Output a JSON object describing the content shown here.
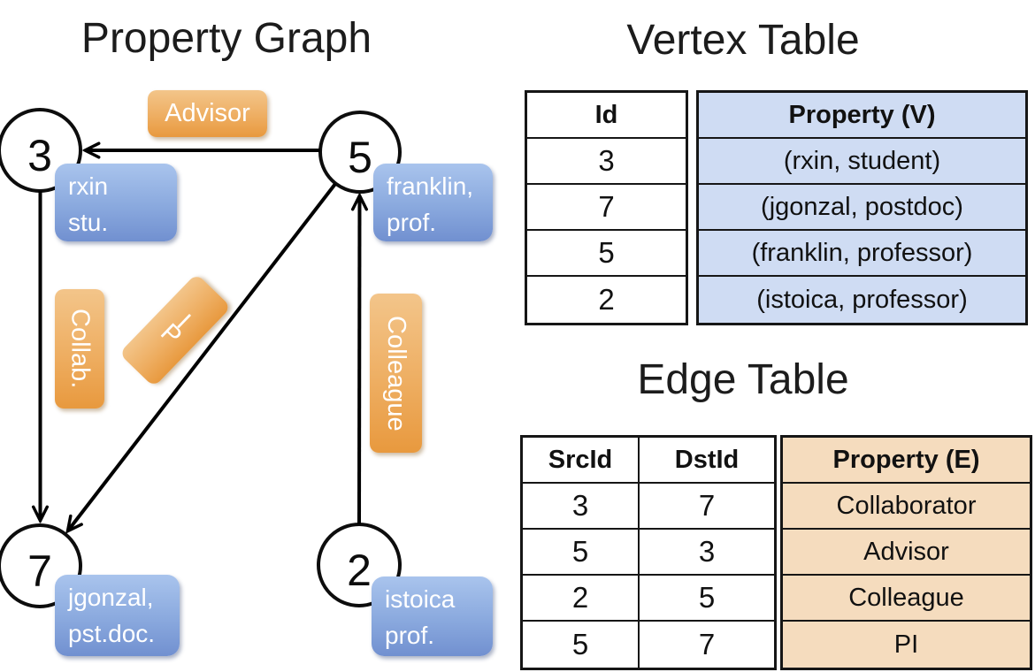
{
  "titles": {
    "graph": "Property Graph",
    "vertex": "Vertex Table",
    "edge": "Edge Table"
  },
  "graph": {
    "nodes": [
      {
        "id": "3",
        "line1": "rxin",
        "line2": "stu."
      },
      {
        "id": "5",
        "line1": "franklin,",
        "line2": "prof."
      },
      {
        "id": "7",
        "line1": "jgonzal,",
        "line2": "pst.doc."
      },
      {
        "id": "2",
        "line1": "istoica",
        "line2": "prof."
      }
    ],
    "edge_labels": {
      "advisor": "Advisor",
      "collab": "Collab.",
      "pi": "PI",
      "colleague": "Colleague"
    },
    "edges": [
      {
        "from": "5",
        "to": "3",
        "label": "Advisor"
      },
      {
        "from": "3",
        "to": "7",
        "label": "Collab."
      },
      {
        "from": "5",
        "to": "7",
        "label": "PI"
      },
      {
        "from": "2",
        "to": "5",
        "label": "Colleague"
      }
    ]
  },
  "vertex_table": {
    "headers": [
      "Id",
      "Property (V)"
    ],
    "rows": [
      {
        "id": "3",
        "property": "(rxin, student)"
      },
      {
        "id": "7",
        "property": "(jgonzal, postdoc)"
      },
      {
        "id": "5",
        "property": "(franklin, professor)"
      },
      {
        "id": "2",
        "property": "(istoica, professor)"
      }
    ]
  },
  "edge_table": {
    "headers": [
      "SrcId",
      "DstId",
      "Property (E)"
    ],
    "rows": [
      {
        "src": "3",
        "dst": "7",
        "property": "Collaborator"
      },
      {
        "src": "5",
        "dst": "3",
        "property": "Advisor"
      },
      {
        "src": "2",
        "dst": "5",
        "property": "Colleague"
      },
      {
        "src": "5",
        "dst": "7",
        "property": "PI"
      }
    ]
  },
  "colors": {
    "edge_label_orange_top": "#f3c58a",
    "edge_label_orange_bottom": "#e8993e",
    "node_label_blue_top": "#a9c4ed",
    "node_label_blue_bottom": "#7190d0",
    "vertex_property_fill": "#cfdcf3",
    "edge_property_fill": "#f5dcbe",
    "line_color": "#000000",
    "background": "#ffffff"
  }
}
